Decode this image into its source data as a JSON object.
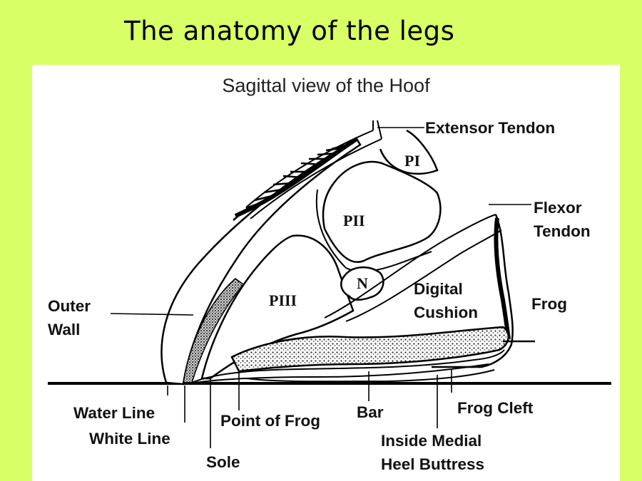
{
  "slide": {
    "title": "The anatomy of the legs"
  },
  "diagram": {
    "title": "Sagittal view of the Hoof",
    "bones": {
      "p1": "PI",
      "p2": "PII",
      "p3": "PIII",
      "navicular": "N"
    },
    "labels": {
      "extensor_tendon": "Extensor Tendon",
      "flexor_line1": "Flexor",
      "flexor_line2": "Tendon",
      "outer_wall_line1": "Outer",
      "outer_wall_line2": "Wall",
      "digital_line1": "Digital",
      "digital_line2": "Cushion",
      "frog": "Frog",
      "water_line": "Water Line",
      "white_line": "White Line",
      "sole": "Sole",
      "point_of_frog": "Point of Frog",
      "bar": "Bar",
      "frog_cleft": "Frog Cleft",
      "inside_medial_line1": "Inside Medial",
      "inside_medial_line2": "Heel Buttress"
    }
  }
}
